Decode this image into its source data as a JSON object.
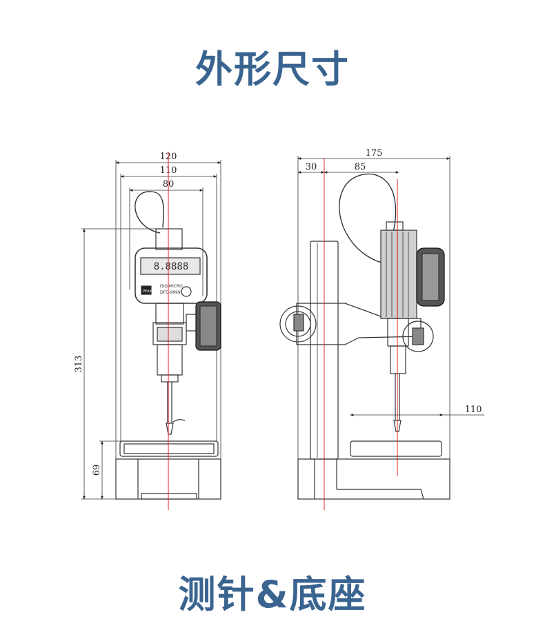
{
  "header": {
    "title": "外形尺寸"
  },
  "footer": {
    "title": "测针&底座"
  },
  "front_view": {
    "dims": {
      "width_overall": "120",
      "width_mid": "110",
      "width_inner": "80",
      "height_total": "313",
      "height_base": "69"
    },
    "device_text": {
      "display": "8.8888",
      "brand": "DIGIMICRO",
      "model": "DFC-9999",
      "logo": "PEAK"
    }
  },
  "side_view": {
    "dims": {
      "width_overall": "175",
      "left_offset": "30",
      "mid_offset": "85",
      "reach": "110"
    }
  },
  "colors": {
    "title": "#3a6490",
    "centerline": "#e02020",
    "line": "#222222"
  }
}
